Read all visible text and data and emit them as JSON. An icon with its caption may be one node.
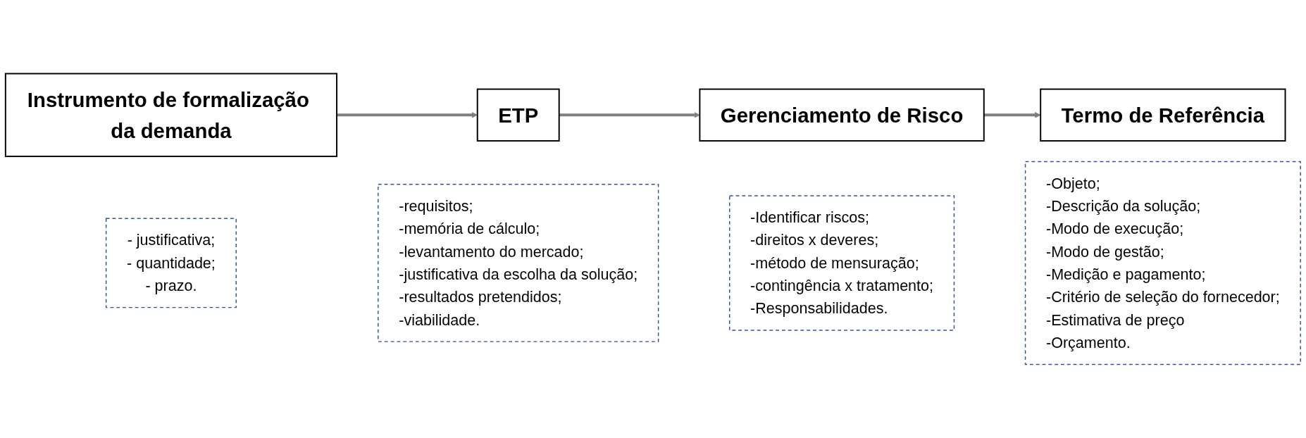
{
  "diagram": {
    "nodes": [
      {
        "text": [
          "Instrumento de formalização da demanda"
        ]
      },
      {
        "text": [
          "ETP"
        ]
      },
      {
        "text": [
          "Gerenciamento de Risco"
        ]
      },
      {
        "text": [
          "Termo de Referência"
        ]
      },
      {
        "text": [
          "- justificativa;",
          "- quantidade;",
          "- prazo."
        ]
      },
      {
        "text": [
          "-requisitos;",
          "-memória de cálculo;",
          "-levantamento do mercado;",
          "-justificativa da escolha da solução;",
          "-resultados pretendidos;",
          "-viabilidade."
        ]
      },
      {
        "text": [
          "-Identificar riscos;",
          "-direitos x deveres;",
          "-método de mensuração;",
          "-contingência x tratamento;",
          "-Responsabilidades."
        ]
      },
      {
        "text": [
          "-Objeto;",
          "-Descrição da solução;",
          "-Modo de execução;",
          "-Modo de gestão;",
          "-Medição e pagamento;",
          "-Critério de seleção do fornecedor;",
          "-Estimativa de preço",
          "-Orçamento."
        ]
      }
    ],
    "edges": [
      {
        "from": 0,
        "to": 1,
        "arrow": "to"
      },
      {
        "from": 1,
        "to": 2,
        "arrow": "to"
      },
      {
        "from": 2,
        "to": 3,
        "arrow": "to"
      }
    ]
  }
}
